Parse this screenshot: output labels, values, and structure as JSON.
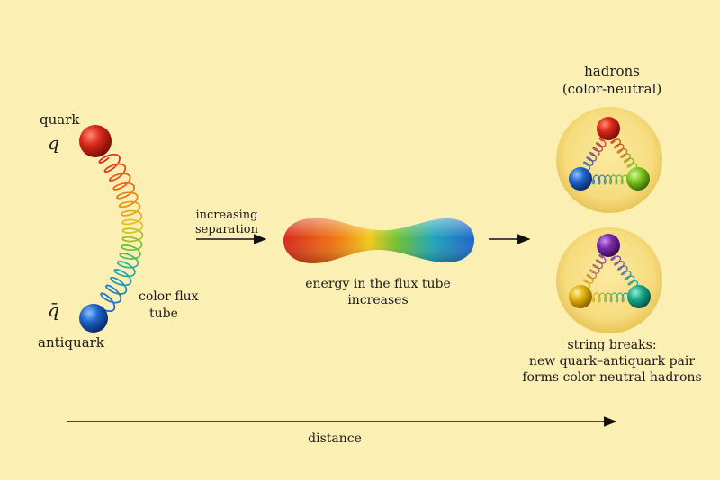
{
  "diagram": {
    "quark": {
      "label": "quark",
      "symbol": "q",
      "symbol_color": "#d42a1c"
    },
    "antiquark": {
      "label": "antiquark",
      "symbol": "q̄",
      "symbol_color": "#2a6fd4"
    },
    "flux_tube_label": [
      "color flux",
      "tube"
    ],
    "separation_label": [
      "increasing",
      "separation"
    ],
    "energy_label": [
      "energy in the flux tube",
      "increases"
    ],
    "hadrons_title": [
      "hadrons",
      "(color-neutral)"
    ],
    "string_breaks_label": [
      "string breaks:",
      "new quark–antiquark pair",
      "forms color-neutral hadrons"
    ],
    "distance_label": "distance",
    "colors": {
      "background": "#fbefb4",
      "hadron_bubble": "#f6dc7e",
      "red": "#d8261a",
      "blue": "#1f63c9",
      "green": "#7cc41f",
      "purple": "#7a2aa8",
      "yellow": "#e0b00c",
      "teal": "#1aa88a"
    }
  }
}
